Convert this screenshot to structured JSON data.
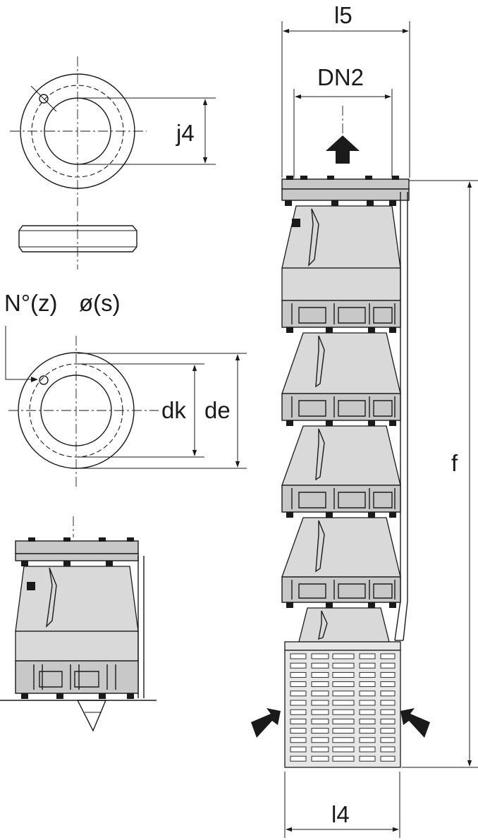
{
  "labels": {
    "l5": "l5",
    "dn2": "DN2",
    "j4": "j4",
    "nz": "N°(z)",
    "os": "ø(s)",
    "dk": "dk",
    "de": "de",
    "f": "f",
    "l4": "l4"
  },
  "colors": {
    "line": "#1a1a1a",
    "body_fill": "#d9d9d9",
    "flange_fill": "#c8c8c8",
    "background": "#ffffff"
  }
}
